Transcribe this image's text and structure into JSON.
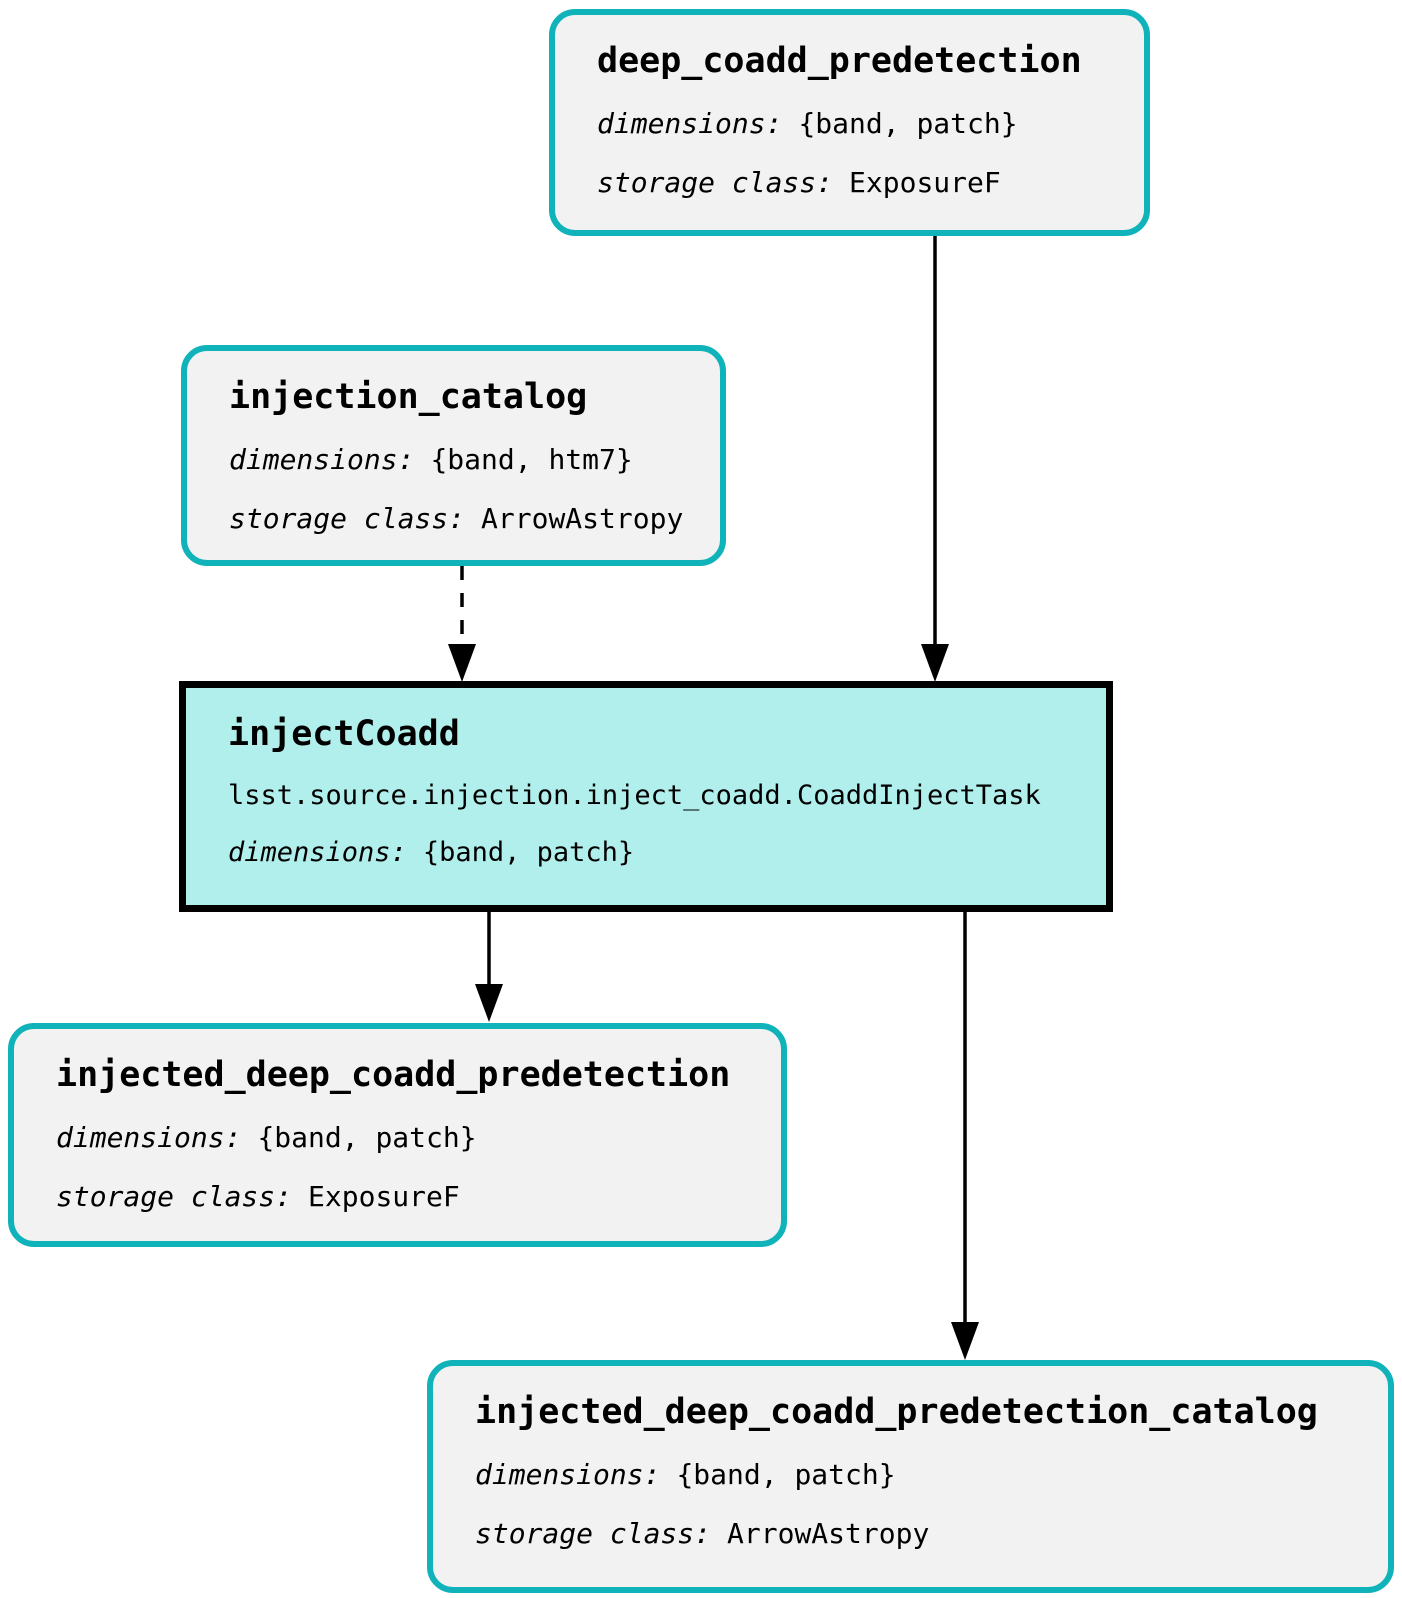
{
  "colors": {
    "dataset_border": "#10b3ba",
    "dataset_fill": "#f2f2f2",
    "task_fill": "#b1efec",
    "task_border": "#000000",
    "edge": "#000000",
    "text": "#000000"
  },
  "nodes": {
    "deep_coadd_predetection": {
      "title": "deep_coadd_predetection",
      "dimensions_label": "dimensions:",
      "dimensions_value": "{band, patch}",
      "storage_class_label": "storage class:",
      "storage_class_value": "ExposureF"
    },
    "injection_catalog": {
      "title": "injection_catalog",
      "dimensions_label": "dimensions:",
      "dimensions_value": "{band, htm7}",
      "storage_class_label": "storage class:",
      "storage_class_value": "ArrowAstropy"
    },
    "injectCoadd": {
      "title": "injectCoadd",
      "task_class": "lsst.source.injection.inject_coadd.CoaddInjectTask",
      "dimensions_label": "dimensions:",
      "dimensions_value": "{band, patch}"
    },
    "injected_deep_coadd_predetection": {
      "title": "injected_deep_coadd_predetection",
      "dimensions_label": "dimensions:",
      "dimensions_value": "{band, patch}",
      "storage_class_label": "storage class:",
      "storage_class_value": "ExposureF"
    },
    "injected_deep_coadd_predetection_catalog": {
      "title": "injected_deep_coadd_predetection_catalog",
      "dimensions_label": "dimensions:",
      "dimensions_value": "{band, patch}",
      "storage_class_label": "storage class:",
      "storage_class_value": "ArrowAstropy"
    }
  },
  "edges": [
    {
      "from": "deep_coadd_predetection",
      "to": "injectCoadd",
      "style": "solid"
    },
    {
      "from": "injection_catalog",
      "to": "injectCoadd",
      "style": "dashed"
    },
    {
      "from": "injectCoadd",
      "to": "injected_deep_coadd_predetection",
      "style": "solid"
    },
    {
      "from": "injectCoadd",
      "to": "injected_deep_coadd_predetection_catalog",
      "style": "solid"
    }
  ]
}
